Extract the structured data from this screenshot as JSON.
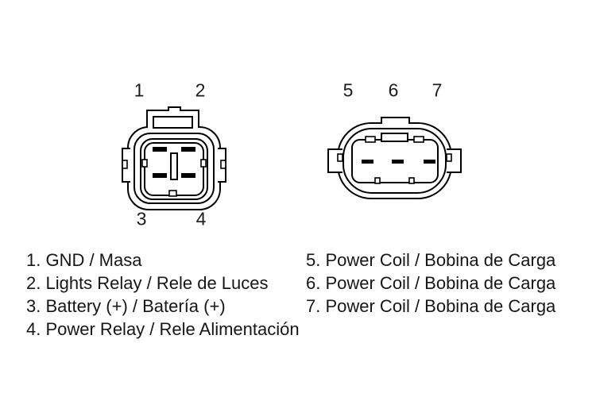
{
  "canvas": {
    "background": "#ffffff",
    "line_color": "#000000",
    "text_color": "#1c1c1c"
  },
  "connector_a": {
    "name": "4-pin square connector",
    "pin_numbers": {
      "n1": "1",
      "n2": "2",
      "n3": "3",
      "n4": "4"
    }
  },
  "connector_b": {
    "name": "3-pin oval connector",
    "pin_numbers": {
      "n5": "5",
      "n6": "6",
      "n7": "7"
    }
  },
  "legend": {
    "left": [
      "1. GND / Masa",
      "2. Lights Relay / Rele de Luces",
      "3. Battery (+) / Batería (+)",
      "4. Power Relay / Rele Alimentación"
    ],
    "right": [
      "5. Power Coil / Bobina de Carga",
      "6. Power Coil / Bobina de Carga",
      "7. Power Coil / Bobina de Carga"
    ]
  }
}
